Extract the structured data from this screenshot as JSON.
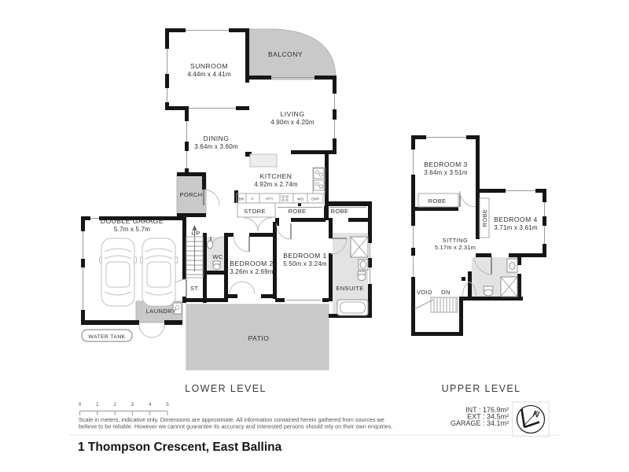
{
  "meta": {
    "address": "1 Thompson Crescent, East Ballina"
  },
  "lower": {
    "title": "LOWER LEVEL",
    "sunroom": {
      "name": "SUNROOM",
      "dims": "4.44m x 4.41m"
    },
    "balcony": {
      "name": "BALCONY"
    },
    "living": {
      "name": "LIVING",
      "dims": "4.90m x 4.20m"
    },
    "dining": {
      "name": "DINING",
      "dims": "3.64m x 3.60m"
    },
    "kitchen": {
      "name": "KITCHEN",
      "dims": "4.92m x 2.74m"
    },
    "porch": {
      "name": "PORCH"
    },
    "store": {
      "name": "STORE"
    },
    "robe_a": {
      "name": "ROBE"
    },
    "robe_b": {
      "name": "ROBE"
    },
    "garage": {
      "name": "DOUBLE GARAGE",
      "dims": "5.7m x 5.7m"
    },
    "stairs_up": {
      "name": "UP"
    },
    "wc": {
      "name": "WC"
    },
    "st": {
      "name": "ST."
    },
    "bedroom2": {
      "name": "BEDROOM 2",
      "dims": "3.26m x 2.69m"
    },
    "bedroom1": {
      "name": "BEDROOM 1",
      "dims": "5.50m x 3.24m"
    },
    "ensuite": {
      "name": "ENSUITE"
    },
    "laundry": {
      "name": "LAUNDRY"
    },
    "water_tank": {
      "name": "WATER TANK"
    },
    "patio": {
      "name": "PATIO"
    },
    "cabinets": [
      "BR",
      "F",
      "PTY",
      "WO",
      "OPP"
    ]
  },
  "upper": {
    "title": "UPPER LEVEL",
    "bedroom3": {
      "name": "BEDROOM 3",
      "dims": "3.64m x 3.51m"
    },
    "robe3": {
      "name": "ROBE"
    },
    "robe4": {
      "name": "ROBE"
    },
    "bedroom4": {
      "name": "BEDROOM 4",
      "dims": "3.71m x 3.61m"
    },
    "sitting": {
      "name": "SITTING",
      "dims": "5.17m x 2.31m"
    },
    "void": {
      "name": "VOID"
    },
    "stairs_dn": {
      "name": "DN"
    }
  },
  "footer": {
    "scale_ticks": [
      "0",
      "1",
      "2",
      "3",
      "4",
      "5"
    ],
    "disclaimer_line1": "Scale in meters, indicative only. Dimensions are approximate. All information contained herein gathered from sources we",
    "disclaimer_line2": "believe to be reliable. However we cannot guarantee its accuracy and interested persons should rely on their own enquiries.",
    "stats": {
      "int": "INT : 176.9m²",
      "ext": "EXT : 34.5m²",
      "garage": "GARAGE : 34.1m²"
    },
    "north_label": "N"
  },
  "colors": {
    "wall": "#161616",
    "shade": "#c9c9c9",
    "shade_light": "#e3e3e3"
  }
}
